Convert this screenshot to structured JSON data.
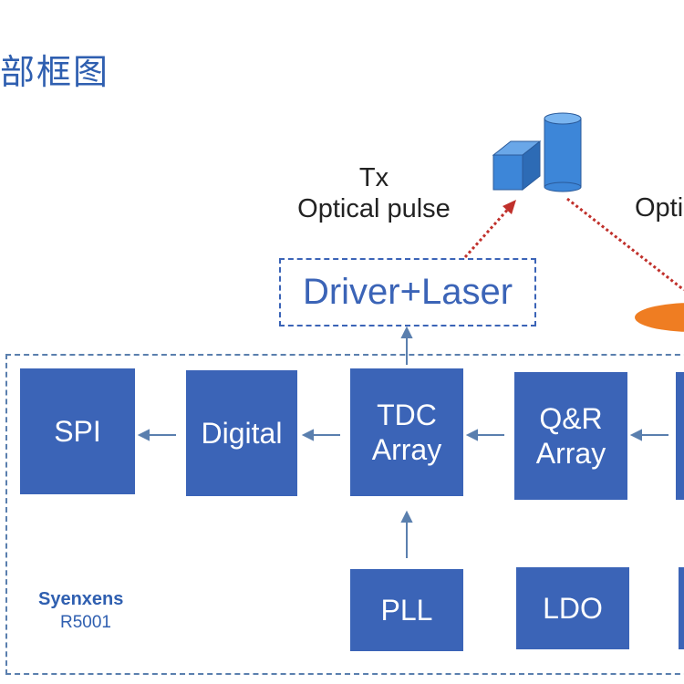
{
  "title": "部框图",
  "tx_label": {
    "line1": "Tx",
    "line2": "Optical pulse"
  },
  "right_label": "Opti",
  "driver_label": "Driver+Laser",
  "blocks": {
    "spi": "SPI",
    "digital": "Digital",
    "tdc_line1": "TDC",
    "tdc_line2": "Array",
    "qr_line1": "Q&R",
    "qr_line2": "Array",
    "pll": "PLL",
    "ldo": "LDO"
  },
  "chip": {
    "brand": "Syenxens",
    "model": "R5001"
  },
  "colors": {
    "block": "#3b64b7",
    "title": "#2f5fb0",
    "pulse_arrow": "#c0302b",
    "lens": "#ef7d22",
    "object": "#3d86d8"
  }
}
